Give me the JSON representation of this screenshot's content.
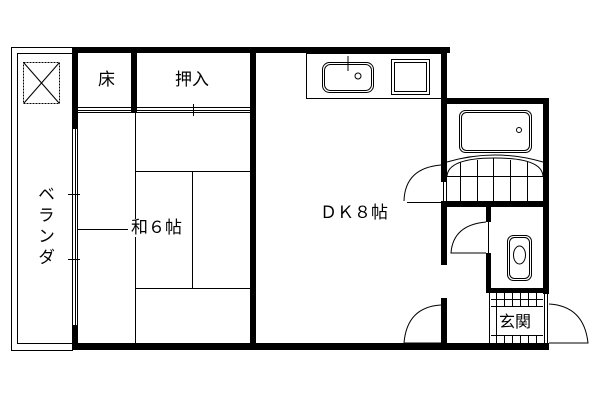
{
  "rooms": {
    "washitsu": "和６帖",
    "dk": "ＤＫ８帖",
    "toko": "床",
    "oshiire": "押入",
    "veranda": "ベランダ",
    "genkan": "玄関"
  },
  "colors": {
    "wall": "#000000",
    "background": "#ffffff"
  }
}
